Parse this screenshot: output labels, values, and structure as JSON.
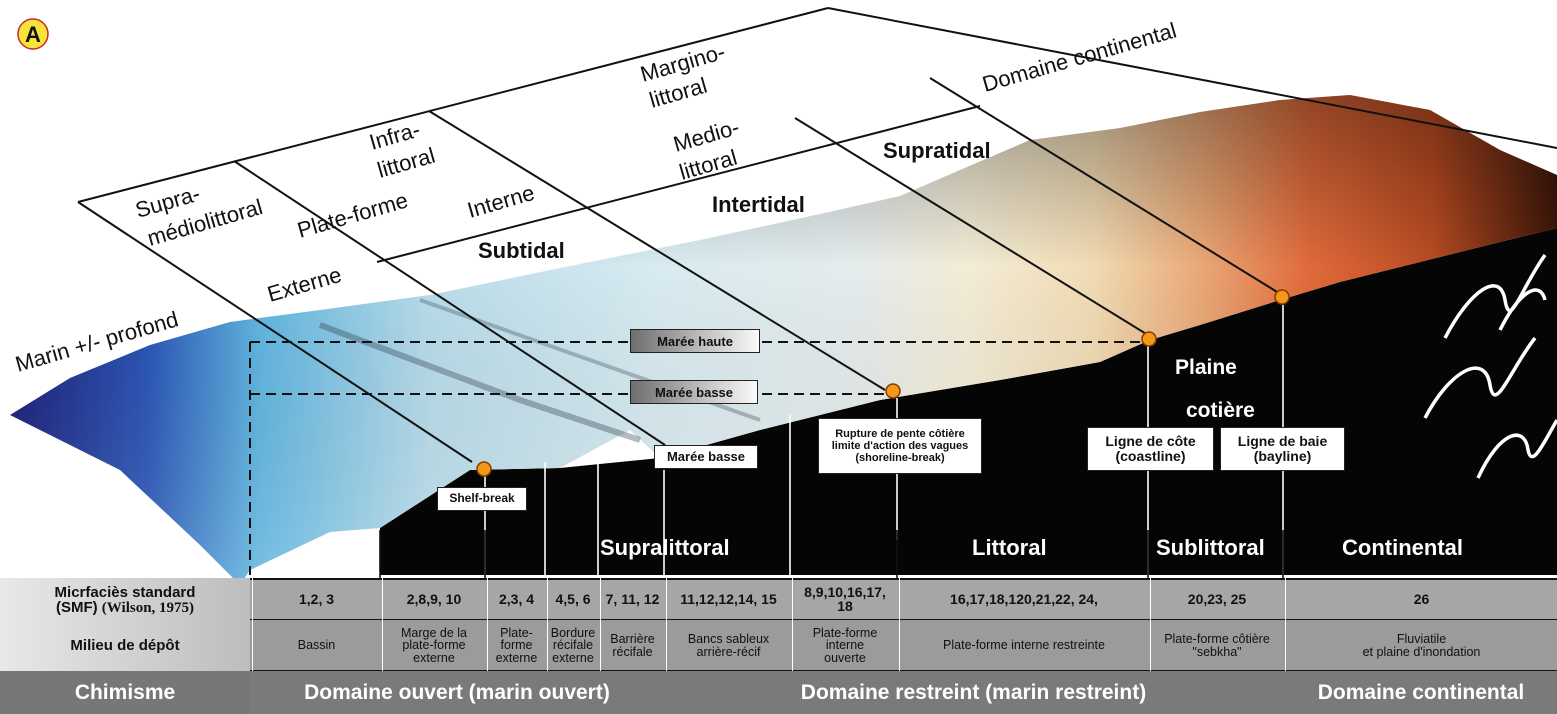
{
  "panel_letter": "A",
  "zones": {
    "marin_profond": "Marin +/- profond",
    "externe": "Externe",
    "plate_forme": "Plate-forme",
    "interne": "Interne",
    "supra_medio_1": "Supra-",
    "supra_medio_2": "médiolittoral",
    "infra_1": "Infra-",
    "infra_2": "littoral",
    "margino_1": "Margino-",
    "margino_2": "littoral",
    "medio_1": "Medio-",
    "medio_2": "littoral",
    "domaine_continental": "Domaine continental",
    "subtidal": "Subtidal",
    "intertidal": "Intertidal",
    "supratidal": "Supratidal",
    "plaine_1": "Plaine",
    "plaine_2": "cotière",
    "supralittoral": "Supralittoral",
    "littoral": "Littoral",
    "sublittoral": "Sublittoral",
    "continental": "Continental"
  },
  "tags": {
    "maree_haute": "Marée haute",
    "maree_basse_1": "Marée basse",
    "maree_basse_2": "Marée basse",
    "shelf_break": "Shelf-break",
    "rupture_1": "Rupture de pente côtière",
    "rupture_2": "limite d'action des vagues",
    "rupture_3": "(shoreline-break)",
    "cote_1": "Ligne de côte",
    "cote_2": "(coastline)",
    "baie_1": "Ligne de baie",
    "baie_2": "(bayline)"
  },
  "table": {
    "smf_head_1": "Micrfaciès standard",
    "smf_head_2a": "(SMF)",
    "smf_head_2b": "(Wilson, 1975)",
    "milieu_head": "Milieu de dépôt",
    "chimisme_head": "Chimisme",
    "smf": [
      "1,2, 3",
      "2,8,9, 10",
      "2,3, 4",
      "4,5, 6",
      "7, 11, 12",
      "11,12,12,14, 15",
      "8,9,10,16,17, 18",
      "16,17,18,120,21,22, 24,",
      "20,23, 25",
      "26"
    ],
    "milieu": [
      [
        "Bassin"
      ],
      [
        "Marge de la",
        "plate-forme",
        "externe"
      ],
      [
        "Plate-",
        "forme",
        "externe"
      ],
      [
        "Bordure",
        "récifale",
        "externe"
      ],
      [
        "Barrière",
        "récifale"
      ],
      [
        "Bancs sableux",
        "arrière-récif"
      ],
      [
        "Plate-forme",
        "interne",
        "ouverte"
      ],
      [
        "Plate-forme interne restreinte"
      ],
      [
        "Plate-forme côtière",
        "\"sebkha\""
      ],
      [
        "Fluviatile",
        "et plaine d'inondation"
      ]
    ],
    "chimisme": [
      "Domaine ouvert (marin ouvert)",
      "Domaine restreint (marin restreint)",
      "Domaine continental"
    ]
  },
  "colors": {
    "deep_blue": "#1a1f7a",
    "shallow": "#cfe6ee",
    "sand": "#f0e0b8",
    "continental": "#e06a3a",
    "ground": "#050505",
    "table_gray": "#8f8f8f",
    "chimisme_bg": "#7a7a7a"
  }
}
